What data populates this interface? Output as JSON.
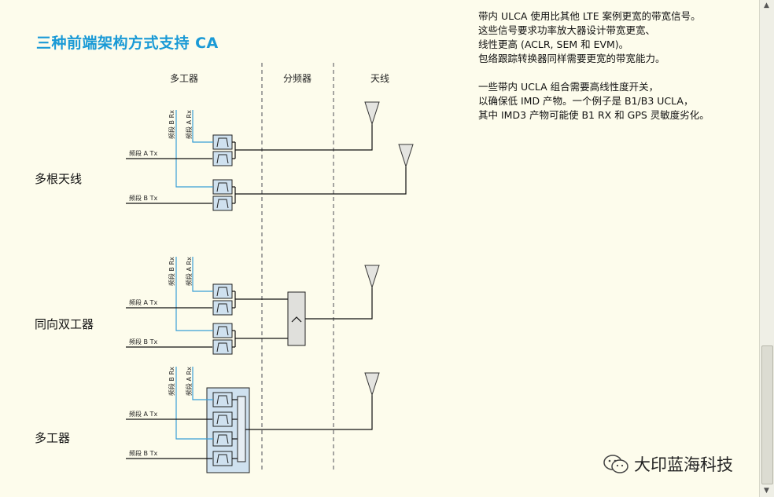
{
  "title": "三种前端架构方式支持 CA",
  "columns": {
    "duplexer": "多工器",
    "diplexer": "分频器",
    "antenna": "天线"
  },
  "rows": [
    {
      "label": "多根天线"
    },
    {
      "label": "同向双工器"
    },
    {
      "label": "多工器"
    }
  ],
  "signals": {
    "rx_b": "频段 B Rx",
    "rx_a": "频段 A Rx",
    "tx_a": "频段 A Tx",
    "tx_b": "频段 B Tx"
  },
  "notes": {
    "para1": [
      "带内 ULCA 使用比其他 LTE 案例更宽的带宽信号。",
      "这些信号要求功率放大器设计带宽更宽、",
      "线性更高 (ACLR, SEM 和 EVM)。",
      "包络跟踪转换器同样需要更宽的带宽能力。"
    ],
    "para2": [
      "一些带内 UCLA 组合需要高线性度开关，",
      "以确保低 IMD 产物。一个例子是 B1/B3 UCLA，",
      "其中 IMD3 产物可能使 B1 RX 和 GPS 灵敏度劣化。"
    ]
  },
  "watermark": "大印蓝海科技",
  "colors": {
    "title": "#1a9ad6",
    "rx_line": "#3a9fd6",
    "filter_fill": "#cfe1ef",
    "background": "#fdfcec"
  }
}
